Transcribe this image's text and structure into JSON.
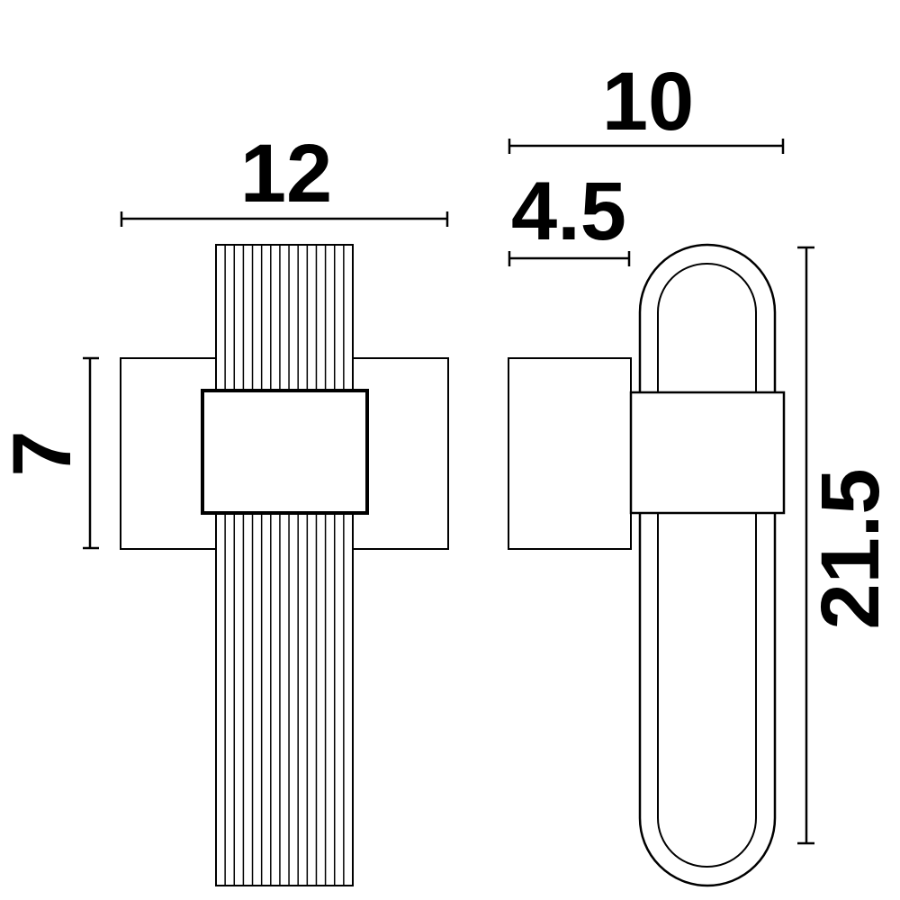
{
  "dimensions": {
    "front_width": "12",
    "front_height": "7",
    "side_depth_total": "10",
    "side_depth_base": "4.5",
    "side_height": "21.5"
  },
  "colors": {
    "stroke": "#000000",
    "background": "#ffffff"
  }
}
